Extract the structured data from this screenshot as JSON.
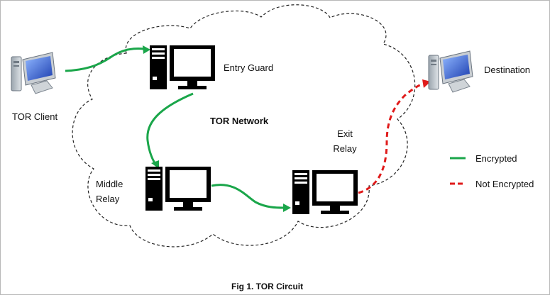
{
  "nodes": {
    "client": "TOR Client",
    "entry": "Entry Guard",
    "middle_line1": "Middle",
    "middle_line2": "Relay",
    "exit_line1": "Exit",
    "exit_line2": "Relay",
    "destination": "Destination"
  },
  "network_label": "TOR Network",
  "legend": {
    "encrypted": "Encrypted",
    "not_encrypted": "Not Encrypted"
  },
  "caption": "Fig 1. TOR Circuit",
  "colors": {
    "encrypted": "#1aa64a",
    "not_encrypted": "#e01b1b",
    "cloud_outline": "#222222",
    "server": "#000000"
  }
}
